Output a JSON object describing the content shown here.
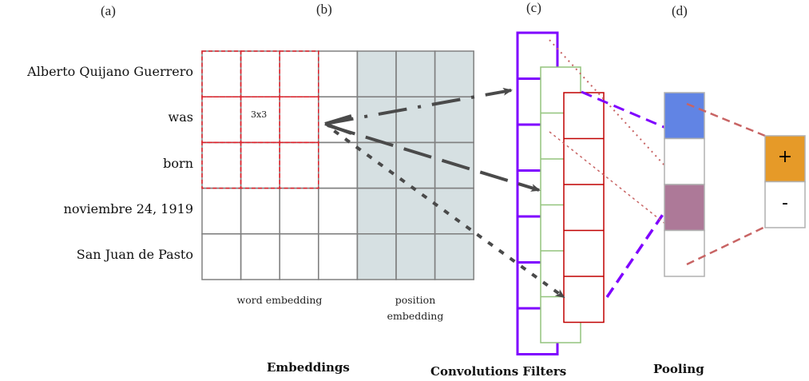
{
  "panel_labels": [
    "(a)",
    "(b)",
    "(c)",
    "(d)"
  ],
  "sentence_words": [
    "Alberto Quijano Guerrero",
    "was",
    "born",
    "noviembre 24, 1919",
    "San Juan de Pasto"
  ],
  "embedding_matrix": {
    "rows": 5,
    "word_embedding_columns": 4,
    "position_embedding_columns": 3,
    "kernel_label": "3x3",
    "kernel_rows": 3,
    "kernel_cols": 3,
    "word_embedding_label": "word embedding",
    "position_embedding_label_line1": "position",
    "position_embedding_label_line2": "embedding"
  },
  "filters": [
    {
      "name": "filter-1",
      "color": "#7f00ff",
      "cells": 7
    },
    {
      "name": "filter-2",
      "color": "#93c47d",
      "cells": 6
    },
    {
      "name": "filter-3",
      "color": "#c00000",
      "cells": 5
    }
  ],
  "pooling": {
    "cells": [
      {
        "color": "#6184e4"
      },
      {
        "color": "#ffffff"
      },
      {
        "color": "#ad7998"
      },
      {
        "color": "#ffffff"
      }
    ]
  },
  "output": {
    "cells": [
      {
        "label": "+",
        "color": "#e69a28"
      },
      {
        "label": "-",
        "color": "#ffffff"
      }
    ]
  },
  "section_titles": {
    "embeddings": "Embeddings",
    "convolutions": "Convolutions Filters",
    "pooling": "Pooling"
  },
  "colors": {
    "grid_line": "#808080",
    "position_fill": "#d6e0e2",
    "kernel_dash": "#e0202a",
    "arrow": "#4a4a4a",
    "pool_border": "#b0b0b0",
    "connector_red": "#c86464",
    "connector_purple": "#7f00ff"
  }
}
